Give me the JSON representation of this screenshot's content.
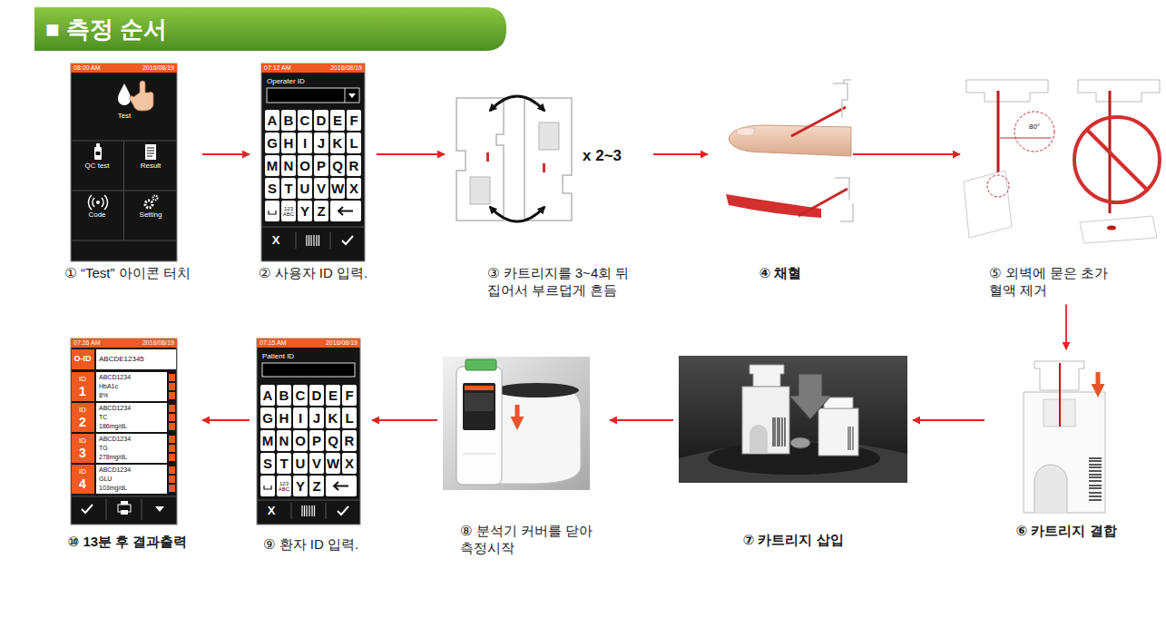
{
  "diagram": {
    "title": "■ 측정 순서",
    "nodes": [
      {
        "text": [
          "① “Test” 아이콘 터치"
        ]
      },
      {
        "text": [
          "② 사용자 ID 입력."
        ]
      },
      {
        "text": [
          "③ 카트리지를 3~4회 뒤집어서 부르덥게 흔듬"
        ]
      },
      {
        "text": [
          "④ 채혈"
        ]
      },
      {
        "text": [
          "⑤ 외벽에 묻은 초가 혈액 제거"
        ]
      },
      {
        "text": [
          "⑥ 카트리지 결합"
        ]
      },
      {
        "text": [
          "⑦ 카트리지 삽입"
        ]
      },
      {
        "text": [
          "⑧ 분석기 커버를 닫아 측정시작"
        ]
      },
      {
        "text": [
          "⑨ 환자 ID 입력."
        ]
      },
      {
        "text": [
          "⑩ 13분 후 결과출력"
        ]
      }
    ],
    "edges": [
      {
        "from": 0,
        "to": 1,
        "arrow": "to"
      },
      {
        "from": 1,
        "to": 2,
        "arrow": "to"
      },
      {
        "from": 2,
        "to": 3,
        "arrow": "to"
      },
      {
        "from": 3,
        "to": 4,
        "arrow": "to"
      },
      {
        "from": 4,
        "to": 5,
        "arrow": "to"
      },
      {
        "from": 5,
        "to": 6,
        "arrow": "to"
      },
      {
        "from": 6,
        "to": 7,
        "arrow": "to"
      },
      {
        "from": 7,
        "to": 8,
        "arrow": "to"
      },
      {
        "from": 8,
        "to": 9,
        "arrow": "to"
      }
    ],
    "labels": [
      "08:00 AM",
      "2016/08/19",
      "Test",
      "QC test",
      "Result",
      "Code",
      "Setting",
      "07:12 AM",
      "2016/08/19",
      "Operater ID",
      "A",
      "B",
      "C",
      "D",
      "E",
      "F",
      "G",
      "H",
      "I",
      "J",
      "K",
      "L",
      "M",
      "N",
      "O",
      "P",
      "Q",
      "R",
      "S",
      "T",
      "U",
      "V",
      "W",
      "X",
      "123 ABC",
      "Y",
      "Z",
      "X",
      "x 2~3",
      "80°",
      "07:15 AM",
      "2016/08/19",
      "Patient ID",
      "A",
      "B",
      "C",
      "D",
      "E",
      "F",
      "G",
      "H",
      "I",
      "J",
      "K",
      "L",
      "M",
      "N",
      "O",
      "P",
      "Q",
      "R",
      "S",
      "T",
      "U",
      "V",
      "W",
      "X",
      "123 ABC",
      "Y",
      "Z",
      "X",
      "07:26 AM",
      "2016/08/19",
      "O-ID",
      "ABCDE12345",
      "ID",
      "1",
      "ABCD1234",
      "HbA1c",
      "8%",
      "ID",
      "2",
      "ABCD1234",
      "TC",
      "186mg/dL",
      "ID",
      "3",
      "ABCD1234",
      "TG",
      "278mg/dL",
      "ID",
      "4",
      "ABCD1234",
      "GLU",
      "103mg/dL"
    ]
  }
}
